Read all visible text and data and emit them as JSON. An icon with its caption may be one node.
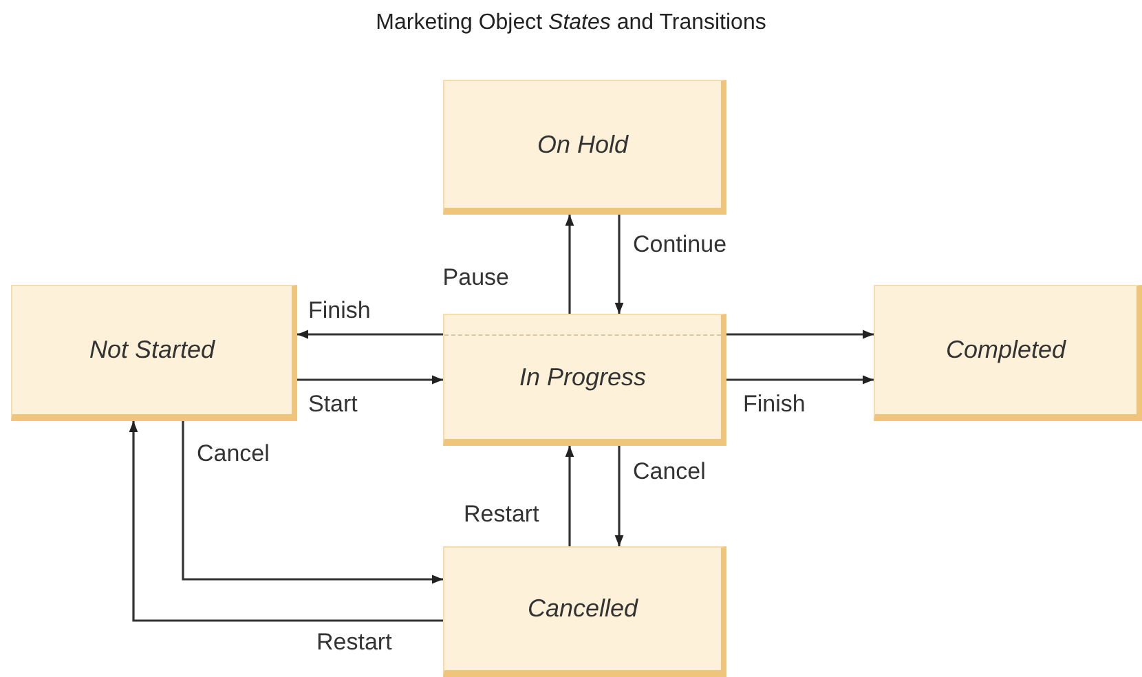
{
  "diagram": {
    "title": "Marketing Object *States* and Transitions",
    "nodes": [
      {
        "text": [
          "On Hold"
        ]
      },
      {
        "text": [
          "Not Started"
        ]
      },
      {
        "text": [
          "In Progress"
        ]
      },
      {
        "text": [
          "Completed"
        ]
      },
      {
        "text": [
          "Cancelled"
        ]
      }
    ],
    "edges": [
      {
        "from": 2,
        "to": 0,
        "arrow": "to",
        "label": "Pause"
      },
      {
        "from": 0,
        "to": 2,
        "arrow": "to",
        "label": "Continue"
      },
      {
        "from": 2,
        "to": 1,
        "arrow": "to",
        "label": "Finish"
      },
      {
        "from": 1,
        "to": 2,
        "arrow": "to",
        "label": "Start"
      },
      {
        "from": 2,
        "to": 3,
        "arrow": "to"
      },
      {
        "from": 2,
        "to": 3,
        "arrow": "to",
        "label": "Finish"
      },
      {
        "from": 1,
        "to": 4,
        "arrow": "to",
        "label": "Cancel"
      },
      {
        "from": 4,
        "to": 1,
        "arrow": "to",
        "label": "Restart"
      },
      {
        "from": 4,
        "to": 2,
        "arrow": "to",
        "label": "Restart"
      },
      {
        "from": 2,
        "to": 4,
        "arrow": "to",
        "label": "Cancel"
      }
    ]
  }
}
